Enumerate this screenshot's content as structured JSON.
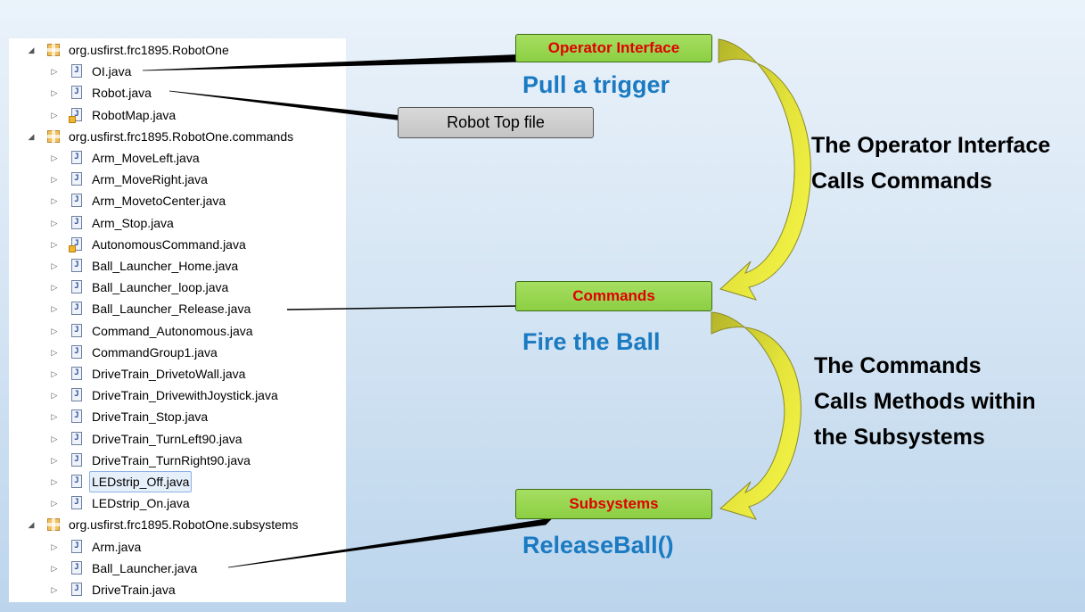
{
  "tree": [
    {
      "kind": "package",
      "label": "org.usfirst.frc1895.RobotOne",
      "level": 0
    },
    {
      "kind": "file",
      "label": "OI.java",
      "level": 1
    },
    {
      "kind": "file",
      "label": "Robot.java",
      "level": 1
    },
    {
      "kind": "file",
      "label": "RobotMap.java",
      "level": 1,
      "warning": true
    },
    {
      "kind": "package",
      "label": "org.usfirst.frc1895.RobotOne.commands",
      "level": 0
    },
    {
      "kind": "file",
      "label": "Arm_MoveLeft.java",
      "level": 1
    },
    {
      "kind": "file",
      "label": "Arm_MoveRight.java",
      "level": 1
    },
    {
      "kind": "file",
      "label": "Arm_MovetoCenter.java",
      "level": 1
    },
    {
      "kind": "file",
      "label": "Arm_Stop.java",
      "level": 1
    },
    {
      "kind": "file",
      "label": "AutonomousCommand.java",
      "level": 1,
      "warning": true
    },
    {
      "kind": "file",
      "label": "Ball_Launcher_Home.java",
      "level": 1
    },
    {
      "kind": "file",
      "label": "Ball_Launcher_loop.java",
      "level": 1
    },
    {
      "kind": "file",
      "label": "Ball_Launcher_Release.java",
      "level": 1
    },
    {
      "kind": "file",
      "label": "Command_Autonomous.java",
      "level": 1
    },
    {
      "kind": "file",
      "label": "CommandGroup1.java",
      "level": 1
    },
    {
      "kind": "file",
      "label": "DriveTrain_DrivetoWall.java",
      "level": 1
    },
    {
      "kind": "file",
      "label": "DriveTrain_DrivewithJoystick.java",
      "level": 1
    },
    {
      "kind": "file",
      "label": "DriveTrain_Stop.java",
      "level": 1
    },
    {
      "kind": "file",
      "label": "DriveTrain_TurnLeft90.java",
      "level": 1
    },
    {
      "kind": "file",
      "label": "DriveTrain_TurnRight90.java",
      "level": 1
    },
    {
      "kind": "file",
      "label": "LEDstrip_Off.java",
      "level": 1,
      "selected": true
    },
    {
      "kind": "file",
      "label": "LEDstrip_On.java",
      "level": 1
    },
    {
      "kind": "package",
      "label": "org.usfirst.frc1895.RobotOne.subsystems",
      "level": 0
    },
    {
      "kind": "file",
      "label": "Arm.java",
      "level": 1
    },
    {
      "kind": "file",
      "label": "Ball_Launcher.java",
      "level": 1
    },
    {
      "kind": "file",
      "label": "DriveTrain.java",
      "level": 1
    }
  ],
  "callouts": {
    "operator_interface": "Operator Interface",
    "robot_top_file": "Robot Top file",
    "commands": "Commands",
    "subsystems": "Subsystems"
  },
  "captions": {
    "pull_trigger": "Pull a trigger",
    "fire_ball": "Fire the Ball",
    "release_ball": "ReleaseBall()"
  },
  "descriptions": {
    "oi_line1": "The Operator Interface",
    "oi_line2": "Calls Commands",
    "cmd_line1": "The Commands",
    "cmd_line2": "Calls Methods within",
    "cmd_line3": "the Subsystems"
  },
  "icons": {
    "package": "package-icon",
    "java_file": "java-file-icon",
    "expand": "expand-arrow-icon",
    "collapse": "collapse-arrow-icon",
    "curved_arrow": "curved-arrow-icon"
  },
  "colors": {
    "callout_green": "#8ccf43",
    "callout_text_red": "#e00000",
    "caption_blue": "#1a7ac2",
    "arrow_yellow": "#f2f23c",
    "arrow_olive": "#b4b42a"
  }
}
